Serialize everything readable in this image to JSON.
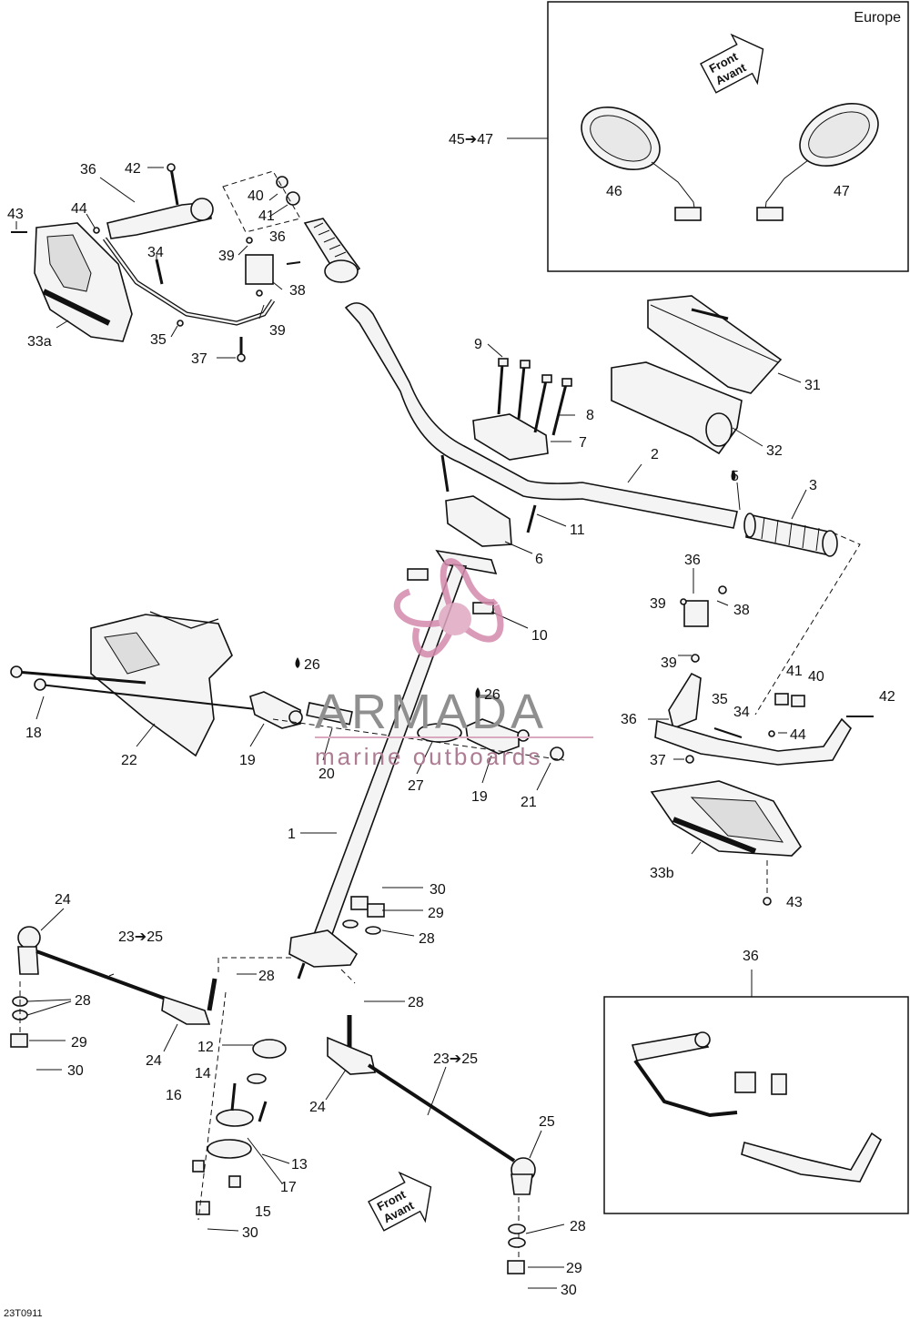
{
  "europe_box": {
    "title": "Europe",
    "range_label": "45➔47",
    "left_mirror": "46",
    "right_mirror": "47"
  },
  "front_arrow": {
    "line1": "Front",
    "line2": "Avant"
  },
  "kit_box": {
    "label": "36"
  },
  "watermark": {
    "brand": "ARMADA",
    "tagline": "marine outboards"
  },
  "drawing_code": "23T0911",
  "labels": [
    {
      "id": "l36a",
      "text": "36"
    },
    {
      "id": "l42a",
      "text": "42"
    },
    {
      "id": "l43a",
      "text": "43"
    },
    {
      "id": "l44a",
      "text": "44"
    },
    {
      "id": "l40a",
      "text": "40"
    },
    {
      "id": "l41a",
      "text": "41"
    },
    {
      "id": "l34a",
      "text": "34"
    },
    {
      "id": "l39a",
      "text": "39"
    },
    {
      "id": "l36b",
      "text": "36"
    },
    {
      "id": "l38a",
      "text": "38"
    },
    {
      "id": "l39b",
      "text": "39"
    },
    {
      "id": "l33a",
      "text": "33a"
    },
    {
      "id": "l35a",
      "text": "35"
    },
    {
      "id": "l37a",
      "text": "37"
    },
    {
      "id": "l9",
      "text": "9"
    },
    {
      "id": "l8",
      "text": "8"
    },
    {
      "id": "l7",
      "text": "7"
    },
    {
      "id": "l2",
      "text": "2"
    },
    {
      "id": "l5",
      "text": "5"
    },
    {
      "id": "l3",
      "text": "3"
    },
    {
      "id": "l31",
      "text": "31"
    },
    {
      "id": "l32",
      "text": "32"
    },
    {
      "id": "l11",
      "text": "11"
    },
    {
      "id": "l6",
      "text": "6"
    },
    {
      "id": "l10",
      "text": "10"
    },
    {
      "id": "l36c",
      "text": "36"
    },
    {
      "id": "l39c",
      "text": "39"
    },
    {
      "id": "l38b",
      "text": "38"
    },
    {
      "id": "l39d",
      "text": "39"
    },
    {
      "id": "l26a",
      "text": "26"
    },
    {
      "id": "l26b",
      "text": "26"
    },
    {
      "id": "l18",
      "text": "18"
    },
    {
      "id": "l22",
      "text": "22"
    },
    {
      "id": "l19a",
      "text": "19"
    },
    {
      "id": "l20",
      "text": "20"
    },
    {
      "id": "l27",
      "text": "27"
    },
    {
      "id": "l19b",
      "text": "19"
    },
    {
      "id": "l21",
      "text": "21"
    },
    {
      "id": "l41b",
      "text": "41"
    },
    {
      "id": "l40b",
      "text": "40"
    },
    {
      "id": "l35b",
      "text": "35"
    },
    {
      "id": "l34b",
      "text": "34"
    },
    {
      "id": "l36d",
      "text": "36"
    },
    {
      "id": "l42b",
      "text": "42"
    },
    {
      "id": "l44b",
      "text": "44"
    },
    {
      "id": "l37b",
      "text": "37"
    },
    {
      "id": "l33b",
      "text": "33b"
    },
    {
      "id": "l43b",
      "text": "43"
    },
    {
      "id": "l1",
      "text": "1"
    },
    {
      "id": "l30a",
      "text": "30"
    },
    {
      "id": "l29a",
      "text": "29"
    },
    {
      "id": "l28a",
      "text": "28"
    },
    {
      "id": "l24a",
      "text": "24"
    },
    {
      "id": "l2325a",
      "text": "23➔25"
    },
    {
      "id": "l28b",
      "text": "28"
    },
    {
      "id": "l28c",
      "text": "28"
    },
    {
      "id": "l28d",
      "text": "28"
    },
    {
      "id": "l29b",
      "text": "29"
    },
    {
      "id": "l30b",
      "text": "30"
    },
    {
      "id": "l24b",
      "text": "24"
    },
    {
      "id": "l12",
      "text": "12"
    },
    {
      "id": "l14",
      "text": "14"
    },
    {
      "id": "l16",
      "text": "16"
    },
    {
      "id": "l13",
      "text": "13"
    },
    {
      "id": "l17",
      "text": "17"
    },
    {
      "id": "l15",
      "text": "15"
    },
    {
      "id": "l30c",
      "text": "30"
    },
    {
      "id": "l24c",
      "text": "24"
    },
    {
      "id": "l2325b",
      "text": "23➔25"
    },
    {
      "id": "l25",
      "text": "25"
    },
    {
      "id": "l28e",
      "text": "28"
    },
    {
      "id": "l29c",
      "text": "29"
    },
    {
      "id": "l30d",
      "text": "30"
    }
  ]
}
